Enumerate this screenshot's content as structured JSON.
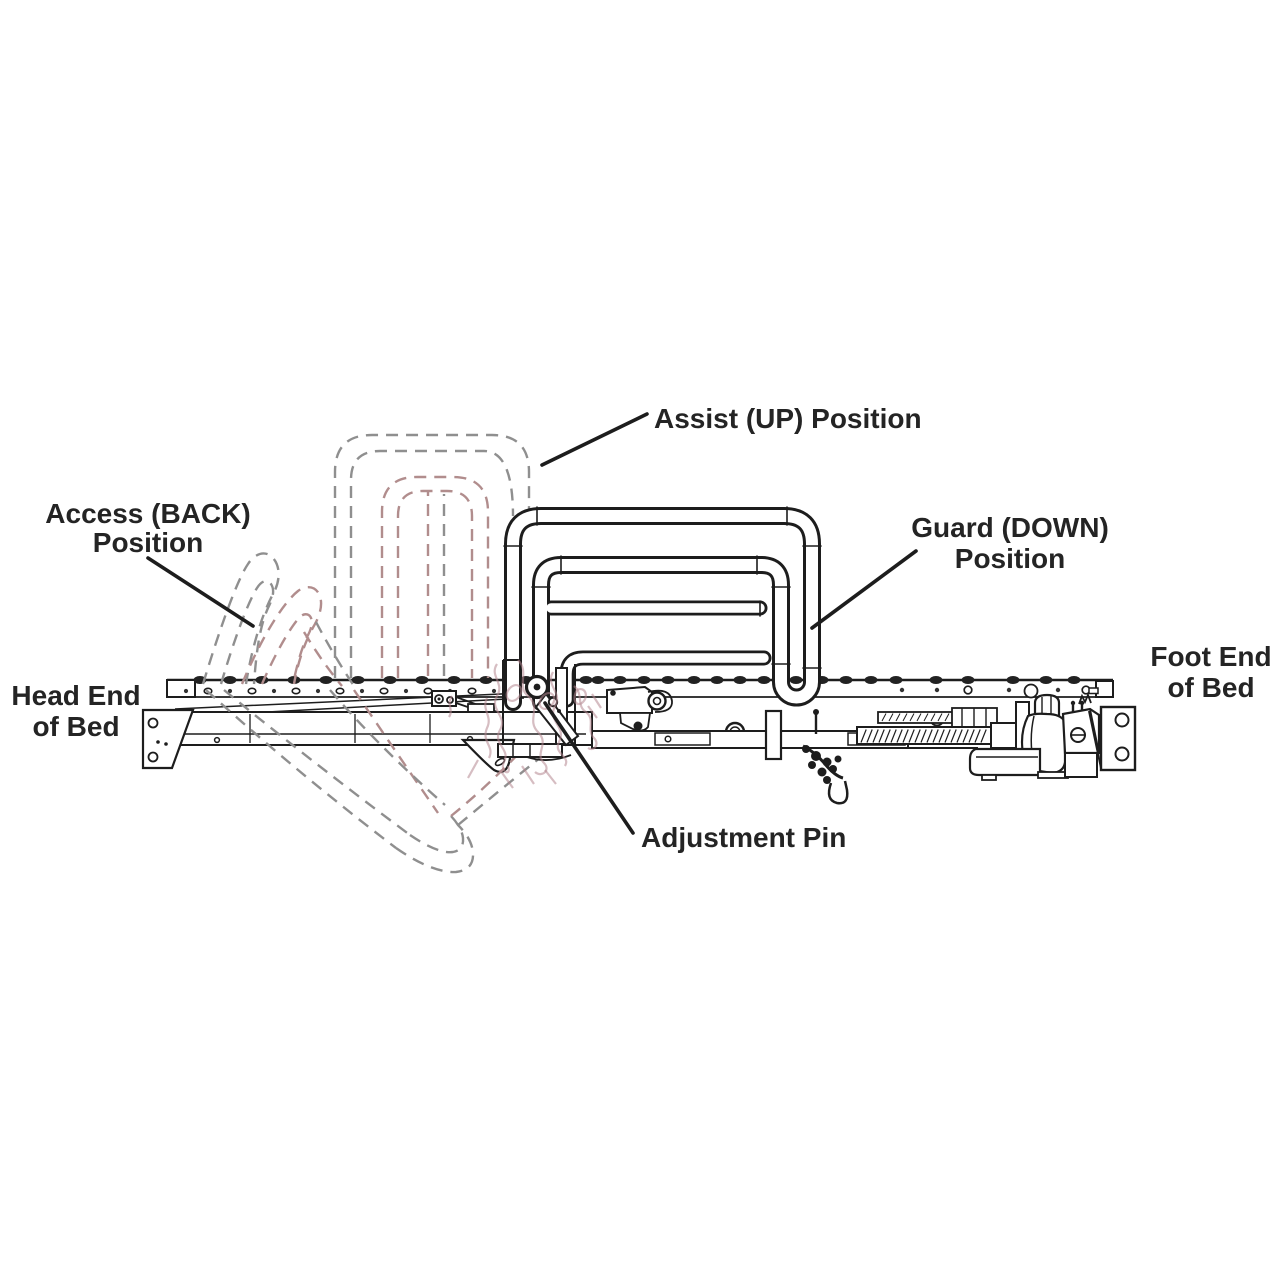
{
  "diagram": {
    "subject": "bed-assist-rail-positions-side-view",
    "labels": {
      "assist": "Assist (UP) Position",
      "access_line1": "Access (BACK)",
      "access_line2": "Position",
      "guard_line1": "Guard (DOWN)",
      "guard_line2": "Position",
      "head_line1": "Head End",
      "head_line2": "of Bed",
      "foot_line1": "Foot End",
      "foot_line2": "of Bed",
      "adjustment": "Adjustment Pin"
    },
    "colors": {
      "ink": "#1d1d1d",
      "label_text": "#242424",
      "dashed_gray": "#8f8f8f",
      "dashed_pink": "#b18d8d",
      "scribble_pink": "#b5868f",
      "background": "#ffffff"
    }
  }
}
